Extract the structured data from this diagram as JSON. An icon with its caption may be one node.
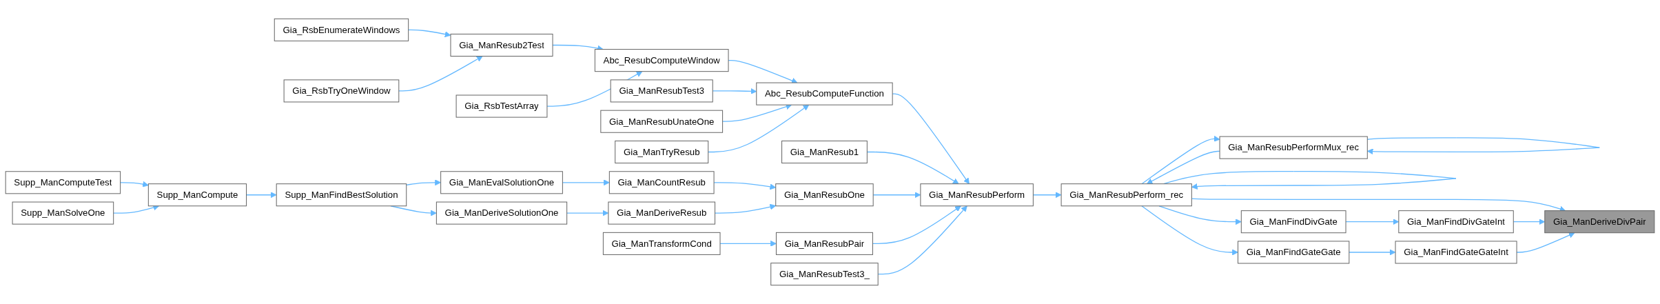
{
  "diagram": {
    "nodes": [
      {
        "text": [
          "Supp_ManComputeTest"
        ]
      },
      {
        "text": [
          "Supp_ManSolveOne"
        ]
      },
      {
        "text": [
          "Supp_ManCompute"
        ]
      },
      {
        "text": [
          "Supp_ManFindBestSolution"
        ]
      },
      {
        "text": [
          "Gia_RsbEnumerateWindows"
        ]
      },
      {
        "text": [
          "Gia_RsbTryOneWindow"
        ]
      },
      {
        "text": [
          "Gia_RsbTestArray"
        ]
      },
      {
        "text": [
          "Gia_ManResubTest3"
        ]
      },
      {
        "text": [
          "Gia_ManResubUnateOne"
        ]
      },
      {
        "text": [
          "Gia_ManTryResub"
        ]
      },
      {
        "text": [
          "Gia_ManEvalSolutionOne"
        ]
      },
      {
        "text": [
          "Gia_ManDeriveSolutionOne"
        ]
      },
      {
        "text": [
          "Gia_ManResub2Test"
        ]
      },
      {
        "text": [
          "Abc_ResubComputeWindow"
        ]
      },
      {
        "text": [
          "Abc_ResubComputeFunction"
        ]
      },
      {
        "text": [
          "Gia_ManResub1"
        ]
      },
      {
        "text": [
          "Gia_ManCountResub"
        ]
      },
      {
        "text": [
          "Gia_ManDeriveResub"
        ]
      },
      {
        "text": [
          "Gia_ManTransformCond"
        ]
      },
      {
        "text": [
          "Gia_ManResubOne"
        ]
      },
      {
        "text": [
          "Gia_ManResubPair"
        ]
      },
      {
        "text": [
          "Gia_ManResubTest3_"
        ]
      },
      {
        "text": [
          "Gia_ManResubPerform"
        ]
      },
      {
        "text": [
          "Gia_ManResubPerformMux_rec"
        ]
      },
      {
        "text": [
          "Gia_ManResubPerform_rec"
        ]
      },
      {
        "text": [
          "Gia_ManFindDivGate"
        ]
      },
      {
        "text": [
          "Gia_ManFindGateGate"
        ]
      },
      {
        "text": [
          "Gia_ManFindDivGateInt"
        ]
      },
      {
        "text": [
          "Gia_ManFindGateGateInt"
        ]
      },
      {
        "text": [
          "Gia_ManDeriveDivPair"
        ]
      }
    ],
    "edges": [
      {
        "from": 0,
        "to": 2,
        "arrow": "to"
      },
      {
        "from": 1,
        "to": 2,
        "arrow": "to"
      },
      {
        "from": 2,
        "to": 3,
        "arrow": "to"
      },
      {
        "from": 3,
        "to": 10,
        "arrow": "to"
      },
      {
        "from": 3,
        "to": 11,
        "arrow": "to"
      },
      {
        "from": 10,
        "to": 16,
        "arrow": "to"
      },
      {
        "from": 11,
        "to": 17,
        "arrow": "to"
      },
      {
        "from": 16,
        "to": 19,
        "arrow": "to"
      },
      {
        "from": 17,
        "to": 19,
        "arrow": "to"
      },
      {
        "from": 4,
        "to": 12,
        "arrow": "to"
      },
      {
        "from": 5,
        "to": 12,
        "arrow": "to"
      },
      {
        "from": 12,
        "to": 13,
        "arrow": "to"
      },
      {
        "from": 6,
        "to": 13,
        "arrow": "to"
      },
      {
        "from": 13,
        "to": 14,
        "arrow": "to"
      },
      {
        "from": 7,
        "to": 14,
        "arrow": "to"
      },
      {
        "from": 8,
        "to": 14,
        "arrow": "to"
      },
      {
        "from": 9,
        "to": 14,
        "arrow": "to"
      },
      {
        "from": 14,
        "to": 22,
        "arrow": "to"
      },
      {
        "from": 15,
        "to": 22,
        "arrow": "to"
      },
      {
        "from": 19,
        "to": 22,
        "arrow": "to"
      },
      {
        "from": 20,
        "to": 22,
        "arrow": "to"
      },
      {
        "from": 21,
        "to": 22,
        "arrow": "to"
      },
      {
        "from": 18,
        "to": 20,
        "arrow": "to"
      },
      {
        "from": 22,
        "to": 24,
        "arrow": "to"
      },
      {
        "from": 24,
        "to": 24,
        "arrow": "to"
      },
      {
        "from": 24,
        "to": 23,
        "arrow": "to"
      },
      {
        "from": 23,
        "to": 24,
        "arrow": "to"
      },
      {
        "from": 23,
        "to": 23,
        "arrow": "to"
      },
      {
        "from": 24,
        "to": 25,
        "arrow": "to"
      },
      {
        "from": 24,
        "to": 26,
        "arrow": "to"
      },
      {
        "from": 24,
        "to": 29,
        "arrow": "to"
      },
      {
        "from": 25,
        "to": 27,
        "arrow": "to"
      },
      {
        "from": 26,
        "to": 28,
        "arrow": "to"
      },
      {
        "from": 27,
        "to": 29,
        "arrow": "to"
      },
      {
        "from": 28,
        "to": 29,
        "arrow": "to"
      }
    ]
  }
}
